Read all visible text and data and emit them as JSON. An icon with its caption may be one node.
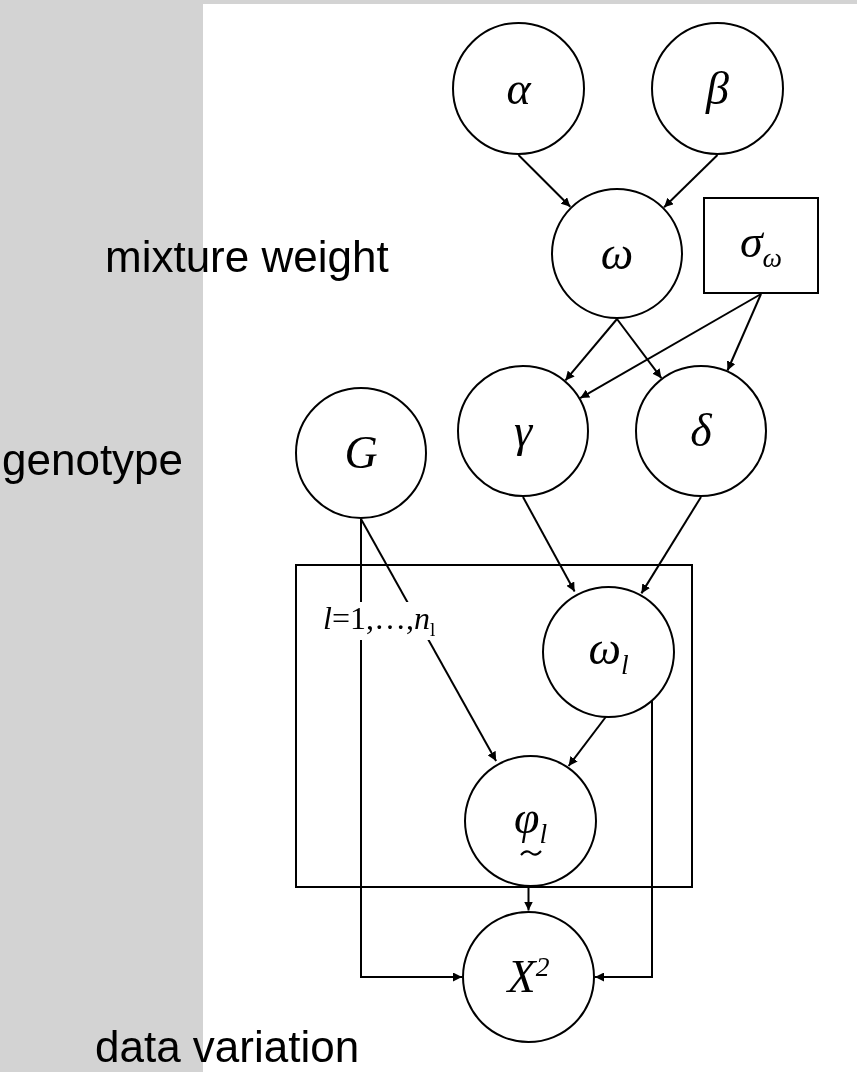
{
  "diagram": {
    "nodes": [
      {
        "text": [
          "α"
        ]
      },
      {
        "text": [
          "β"
        ]
      },
      {
        "text": [
          "ω"
        ],
        "beside": [
          "mixture weight"
        ]
      },
      {
        "text": [
          "σ$_{ω}$"
        ]
      },
      {
        "text": [
          "G"
        ],
        "beside": [
          "genotype"
        ]
      },
      {
        "text": [
          "γ"
        ]
      },
      {
        "text": [
          "δ"
        ]
      },
      {
        "text": [
          "*l*=1,…,*n*$_{l}$"
        ]
      },
      {
        "text": [
          "ω$_{l}$"
        ],
        "in": 7
      },
      {
        "text": [
          "φ$_{l}$"
        ],
        "in": 7
      },
      {
        "text": [
          "X$^{2}$"
        ],
        "beside": [
          "data variation"
        ]
      }
    ],
    "edges": [
      {
        "from": 0,
        "to": 2,
        "arrow": "to"
      },
      {
        "from": 1,
        "to": 2,
        "arrow": "to"
      },
      {
        "from": 2,
        "to": 5,
        "arrow": "to"
      },
      {
        "from": 2,
        "to": 6,
        "arrow": "to"
      },
      {
        "from": 3,
        "to": 5,
        "arrow": "to"
      },
      {
        "from": 3,
        "to": 6,
        "arrow": "to"
      },
      {
        "from": 5,
        "to": 8,
        "arrow": "to"
      },
      {
        "from": 6,
        "to": 8,
        "arrow": "to"
      },
      {
        "from": 4,
        "to": 9,
        "arrow": "to"
      },
      {
        "from": 8,
        "to": 9,
        "arrow": "to"
      },
      {
        "from": 9,
        "to": 10,
        "arrow": "to"
      },
      {
        "from": 4,
        "to": 10,
        "arrow": "to"
      },
      {
        "from": 8,
        "to": 10,
        "arrow": "to"
      }
    ]
  }
}
